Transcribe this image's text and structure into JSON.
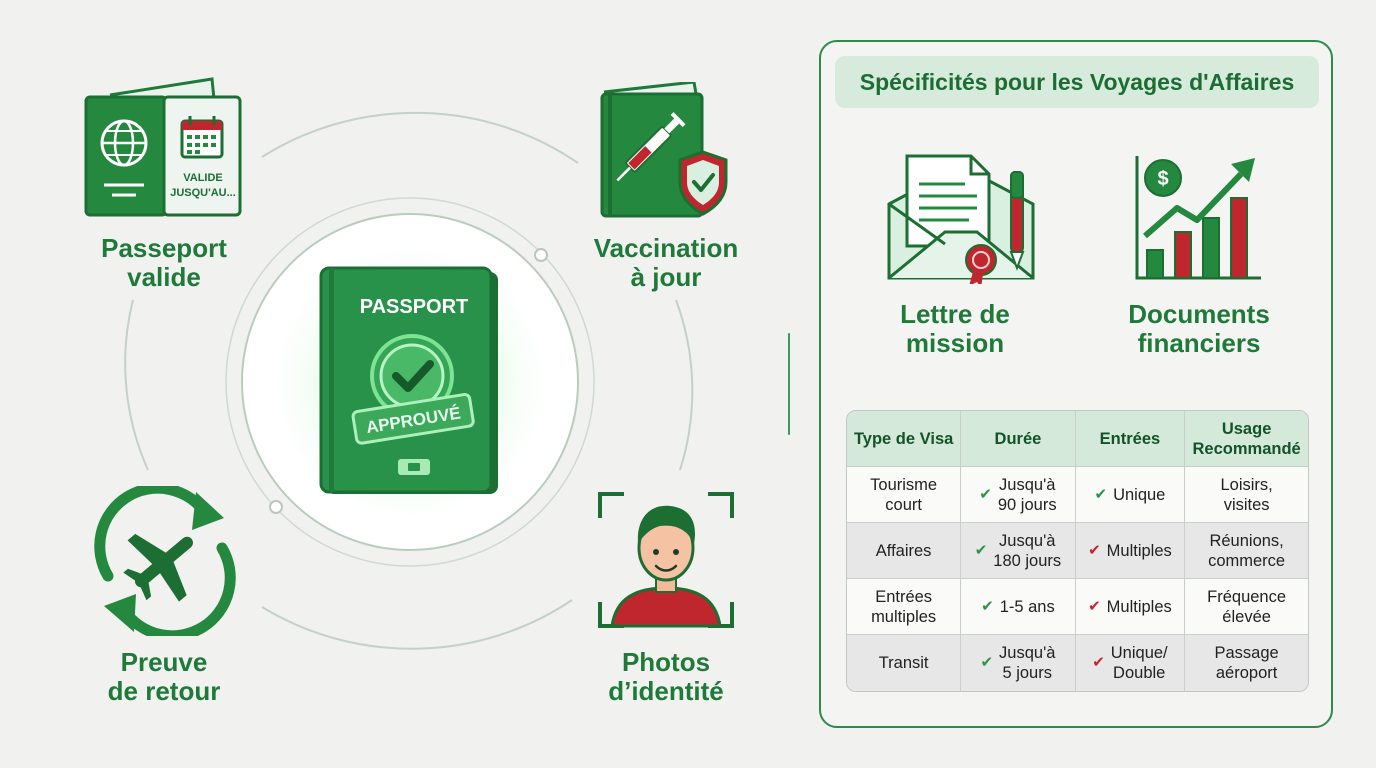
{
  "features": {
    "passport": {
      "lines": [
        "Passeport",
        "valide"
      ],
      "badge_text": [
        "VALIDE",
        "JUSQU'AU..."
      ]
    },
    "vaccination": {
      "lines": [
        "Vaccination",
        "à jour"
      ]
    },
    "return_proof": {
      "lines": [
        "Preuve",
        "de retour"
      ]
    },
    "photos": {
      "lines": [
        "Photos",
        "d’identité"
      ]
    }
  },
  "center_passport": {
    "title": "PASSPORT",
    "stamp": "APPROUVÉ"
  },
  "business": {
    "title": "Spécificités pour les Voyages d'Affaires",
    "items": [
      {
        "lines": [
          "Lettre de",
          "mission"
        ],
        "icon": "mission-letter-icon"
      },
      {
        "lines": [
          "Documents",
          "financiers"
        ],
        "icon": "financial-chart-icon"
      }
    ]
  },
  "visa_table": {
    "headers": [
      "Type de Visa",
      "Durée",
      "Entrées",
      [
        "Usage",
        "Recommandé"
      ]
    ],
    "rows": [
      {
        "type": [
          "Tourisme",
          "court"
        ],
        "duration": [
          "Jusqu'à",
          "90 jours"
        ],
        "duration_mark": "green",
        "entries": [
          "Unique"
        ],
        "entries_mark": "green",
        "usage": [
          "Loisirs,",
          "visites"
        ]
      },
      {
        "type": [
          "Affaires"
        ],
        "duration": [
          "Jusqu'à",
          "180 jours"
        ],
        "duration_mark": "green",
        "entries": [
          "Multiples"
        ],
        "entries_mark": "red",
        "usage": [
          "Réunions,",
          "commerce"
        ]
      },
      {
        "type": [
          "Entrées",
          "multiples"
        ],
        "duration": [
          "1-5 ans"
        ],
        "duration_mark": "green",
        "entries": [
          "Multiples"
        ],
        "entries_mark": "red",
        "usage": [
          "Fréquence",
          "élevée"
        ]
      },
      {
        "type": [
          "Transit"
        ],
        "duration": [
          "Jusqu'à",
          "5 jours"
        ],
        "duration_mark": "green",
        "entries": [
          "Unique/",
          "Double"
        ],
        "entries_mark": "red",
        "usage": [
          "Passage",
          "aéroport"
        ]
      }
    ]
  },
  "colors": {
    "green_dark": "#1f7a3a",
    "green_main": "#25883f",
    "green_light": "#d7ebdc",
    "red": "#c0262d",
    "check_green": "#2a9446"
  }
}
